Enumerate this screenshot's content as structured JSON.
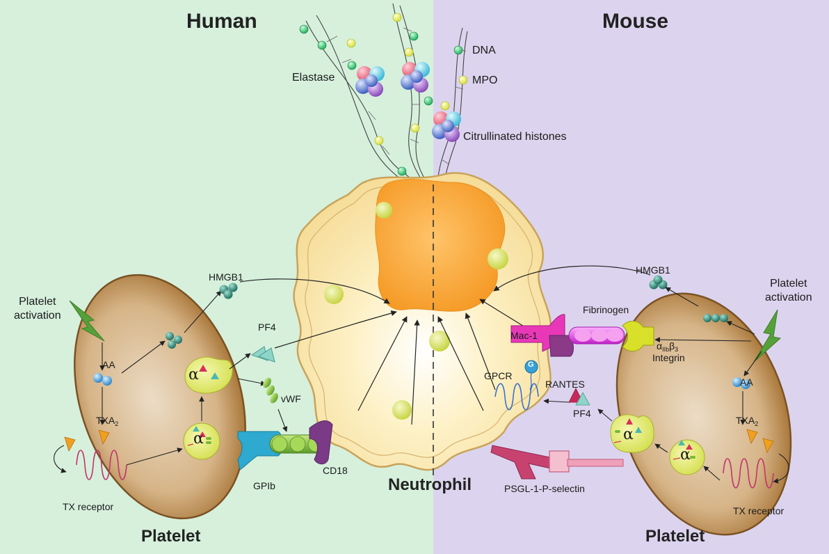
{
  "titles": {
    "human": "Human",
    "mouse": "Mouse",
    "neutrophil": "Neutrophil",
    "platelet_left": "Platelet",
    "platelet_right": "Platelet"
  },
  "net_labels": {
    "elastase": "Elastase",
    "dna": "DNA",
    "mpo": "MPO",
    "citrullinated_histones": "Citrullinated histones"
  },
  "human_labels": {
    "platelet_activation": "Platelet\nactivation",
    "aa": "AA",
    "txa": "TXA",
    "txa_sub": "2",
    "tx_receptor": "TX receptor",
    "hmgb1": "HMGB1",
    "pf4": "PF4",
    "vwf": "vWF",
    "cd18": "CD18",
    "gpib": "GPIb",
    "alpha": "α"
  },
  "mouse_labels": {
    "platelet_activation": "Platelet\nactivation",
    "hmgb1": "HMGB1",
    "fibrinogen": "Fibrinogen",
    "mac1": "Mac-1",
    "integrin_alpha": "α",
    "integrin_alpha_sub": "IIb",
    "integrin_beta": "β",
    "integrin_beta_sub": "3",
    "integrin": "Integrin",
    "gpcr": "GPCR",
    "g": "G",
    "rantes": "RANTES",
    "pf4": "PF4",
    "aa": "AA",
    "txa": "TXA",
    "txa_sub": "2",
    "tx_receptor": "TX receptor",
    "psgl": "PSGL-1-P-selectin",
    "alpha": "α"
  },
  "colors": {
    "human_bg": "#d6f0dc",
    "mouse_bg": "#dcd4ee",
    "cytoplasm": "#fbedb8",
    "nucleus": "#f7a93a",
    "platelet_rim": "#a9773a",
    "platelet_core": "#e2c6a0",
    "granule": "#e6ee8a",
    "hmgb1": "#2f8a7a",
    "aa": "#4aa6d8",
    "gpib": "#2ea9cf",
    "cd18": "#7a3a86",
    "mac1": "#8a3a86",
    "fibrinogen": "#f04cf0",
    "integrin": "#d8e02a",
    "receptor": "#c2346e",
    "gpcr": "#2d6fc9",
    "psgl": "#c84270",
    "pselectin": "#f0a0b8",
    "lightning": "#55a030",
    "txa": "#f0a020"
  }
}
